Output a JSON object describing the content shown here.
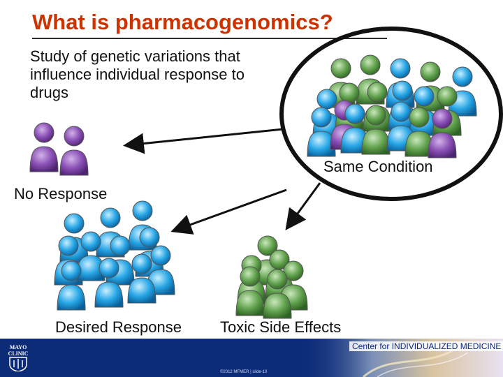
{
  "slide": {
    "title": "What is pharmacogenomics?",
    "definition": "Study of genetic variations that influence individual response to drugs",
    "labels": {
      "same_condition": "Same Condition",
      "no_response": "No Response",
      "desired_response": "Desired Response",
      "toxic_side_effects": "Toxic Side Effects"
    }
  },
  "footer": {
    "center_name": "Center for INDIVIDUALIZED MEDICINE",
    "copyright": "©2012 MFMER | slide-10",
    "logo_text": [
      "MAYO",
      "CLINIC"
    ]
  },
  "colors": {
    "title": "#cc3300",
    "purple_person": "#8a4fb5",
    "blue_person": "#27a6e6",
    "green_person": "#62a34e",
    "footer_bg": "#0d2c78"
  }
}
